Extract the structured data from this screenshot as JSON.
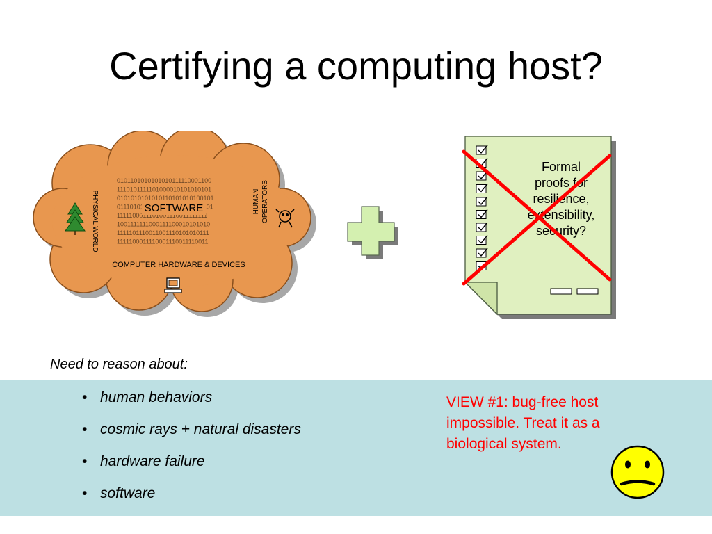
{
  "slide": {
    "title": "Certifying a computing host?",
    "band_color": "#bde0e3"
  },
  "cloud": {
    "software_label": "SOFTWARE",
    "hardware_label": "COMPUTER HARDWARE & DEVICES",
    "physical_world_label": "PHYSICAL WORLD",
    "human_label_line1": "HUMAN",
    "human_label_line2": "OPERATORS",
    "binary_lines": [
      "0101101010101010111110001100",
      "1110101111101000010101010101",
      "0101010101010110101010100101",
      "0111010101010101010101010101",
      "1111100011101001110011111111",
      "1001111111000111100010101010",
      "1111101110011001110101010111",
      "1111100011110001110011110011"
    ],
    "fill_color": "#e8974f",
    "icons": [
      "tree-icon",
      "human-operator-icon",
      "computer-icon"
    ]
  },
  "plus": {
    "fill_color": "#d4f0b0",
    "icon": "plus-icon"
  },
  "document": {
    "text_lines": [
      "Formal",
      "proofs for",
      "resilience,",
      "extensibility,",
      "security?"
    ],
    "fill_color": "#e0f0c0",
    "cross_color": "#ff0000",
    "checkbox_count": 10
  },
  "reasoning": {
    "heading": "Need to reason about:",
    "bullet_char": "•",
    "items": [
      "human behaviors",
      "cosmic rays + natural disasters",
      "hardware failure",
      "software"
    ]
  },
  "view": {
    "text": "VIEW #1: bug-free host impossible.  Treat it as a biological system.",
    "color": "#ff0000"
  },
  "smiley": {
    "fill_color": "#ffff00",
    "icon": "neutral-face-icon"
  }
}
